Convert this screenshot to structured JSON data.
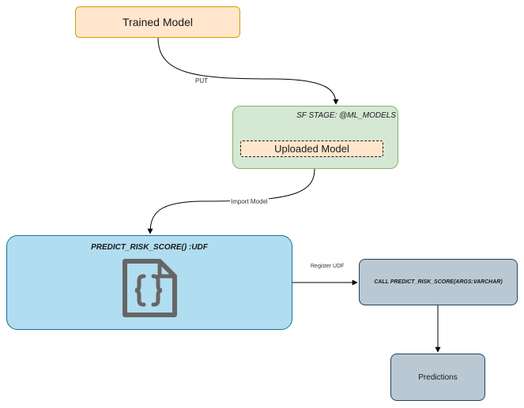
{
  "nodes": {
    "trained_model": "Trained Model",
    "stage_title": "SF STAGE:  @ML_MODELS",
    "uploaded_model": "Uploaded Model",
    "udf_title": "PREDICT_RISK_SCORE() :UDF",
    "udf_icon": "code-file-icon",
    "call": "CALL PREDICT_RISK_SCORE(ARGS:VARCHAR)",
    "predictions": "Predictions"
  },
  "edges": {
    "put": "PUT",
    "import_model": "Import Model",
    "register_udf": "Register UDF"
  },
  "colors": {
    "orange_fill": "#ffe6cc",
    "orange_stroke": "#d79b00",
    "green_fill": "#d5e8d4",
    "green_stroke": "#82b366",
    "blue_fill": "#b1ddf0",
    "blue_stroke": "#10739e",
    "slate_fill": "#bac8d3",
    "slate_stroke": "#23445d",
    "icon": "#666666"
  }
}
